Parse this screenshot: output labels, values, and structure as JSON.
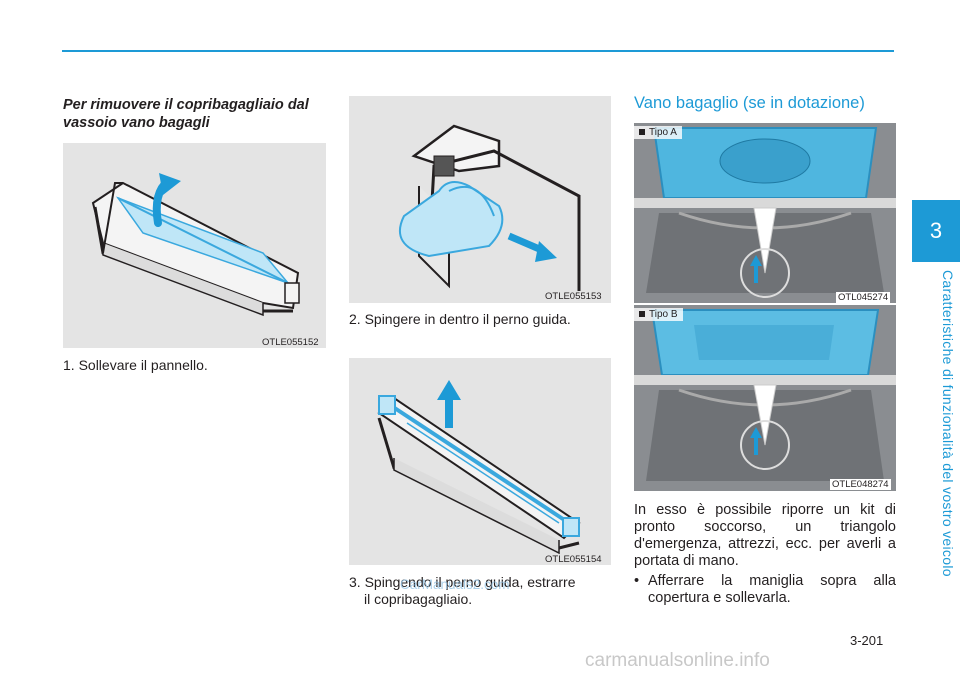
{
  "chapter": {
    "number": "3",
    "title": "Caratteristiche di funzionalità del vostro veicolo"
  },
  "col1": {
    "heading": "Per rimuovere il copribagagliaio dal vassoio vano bagagli",
    "fig_code": "OTLE055152",
    "step1": "1. Sollevare il pannello."
  },
  "col2": {
    "fig1_code": "OTLE055153",
    "step2": "2. Spingere in dentro il perno guida.",
    "fig2_code": "OTLE055154",
    "step3_line1": "3. Spingendo il perno guida, estrarre",
    "step3_line2": "il copribagagliaio."
  },
  "col3": {
    "heading": "Vano bagaglio (se in dotazione)",
    "tipo_a": "Tipo A",
    "photo_a_code": "OTL045274",
    "tipo_b": "Tipo B",
    "photo_b_code": "OTLE048274",
    "paragraph": "In esso è possibile riporre un kit di pronto soccorso, un triangolo d'emergenza, attrezzi, ecc. per averli a portata di mano.",
    "bullet": "Afferrare la maniglia sopra alla copertura e sollevarla."
  },
  "page_number": "3-201",
  "watermark": "CarManuals2.com",
  "footer": "carmanualsonline.info",
  "colors": {
    "accent": "#1d9ad6",
    "highlight": "#3aa8de"
  }
}
